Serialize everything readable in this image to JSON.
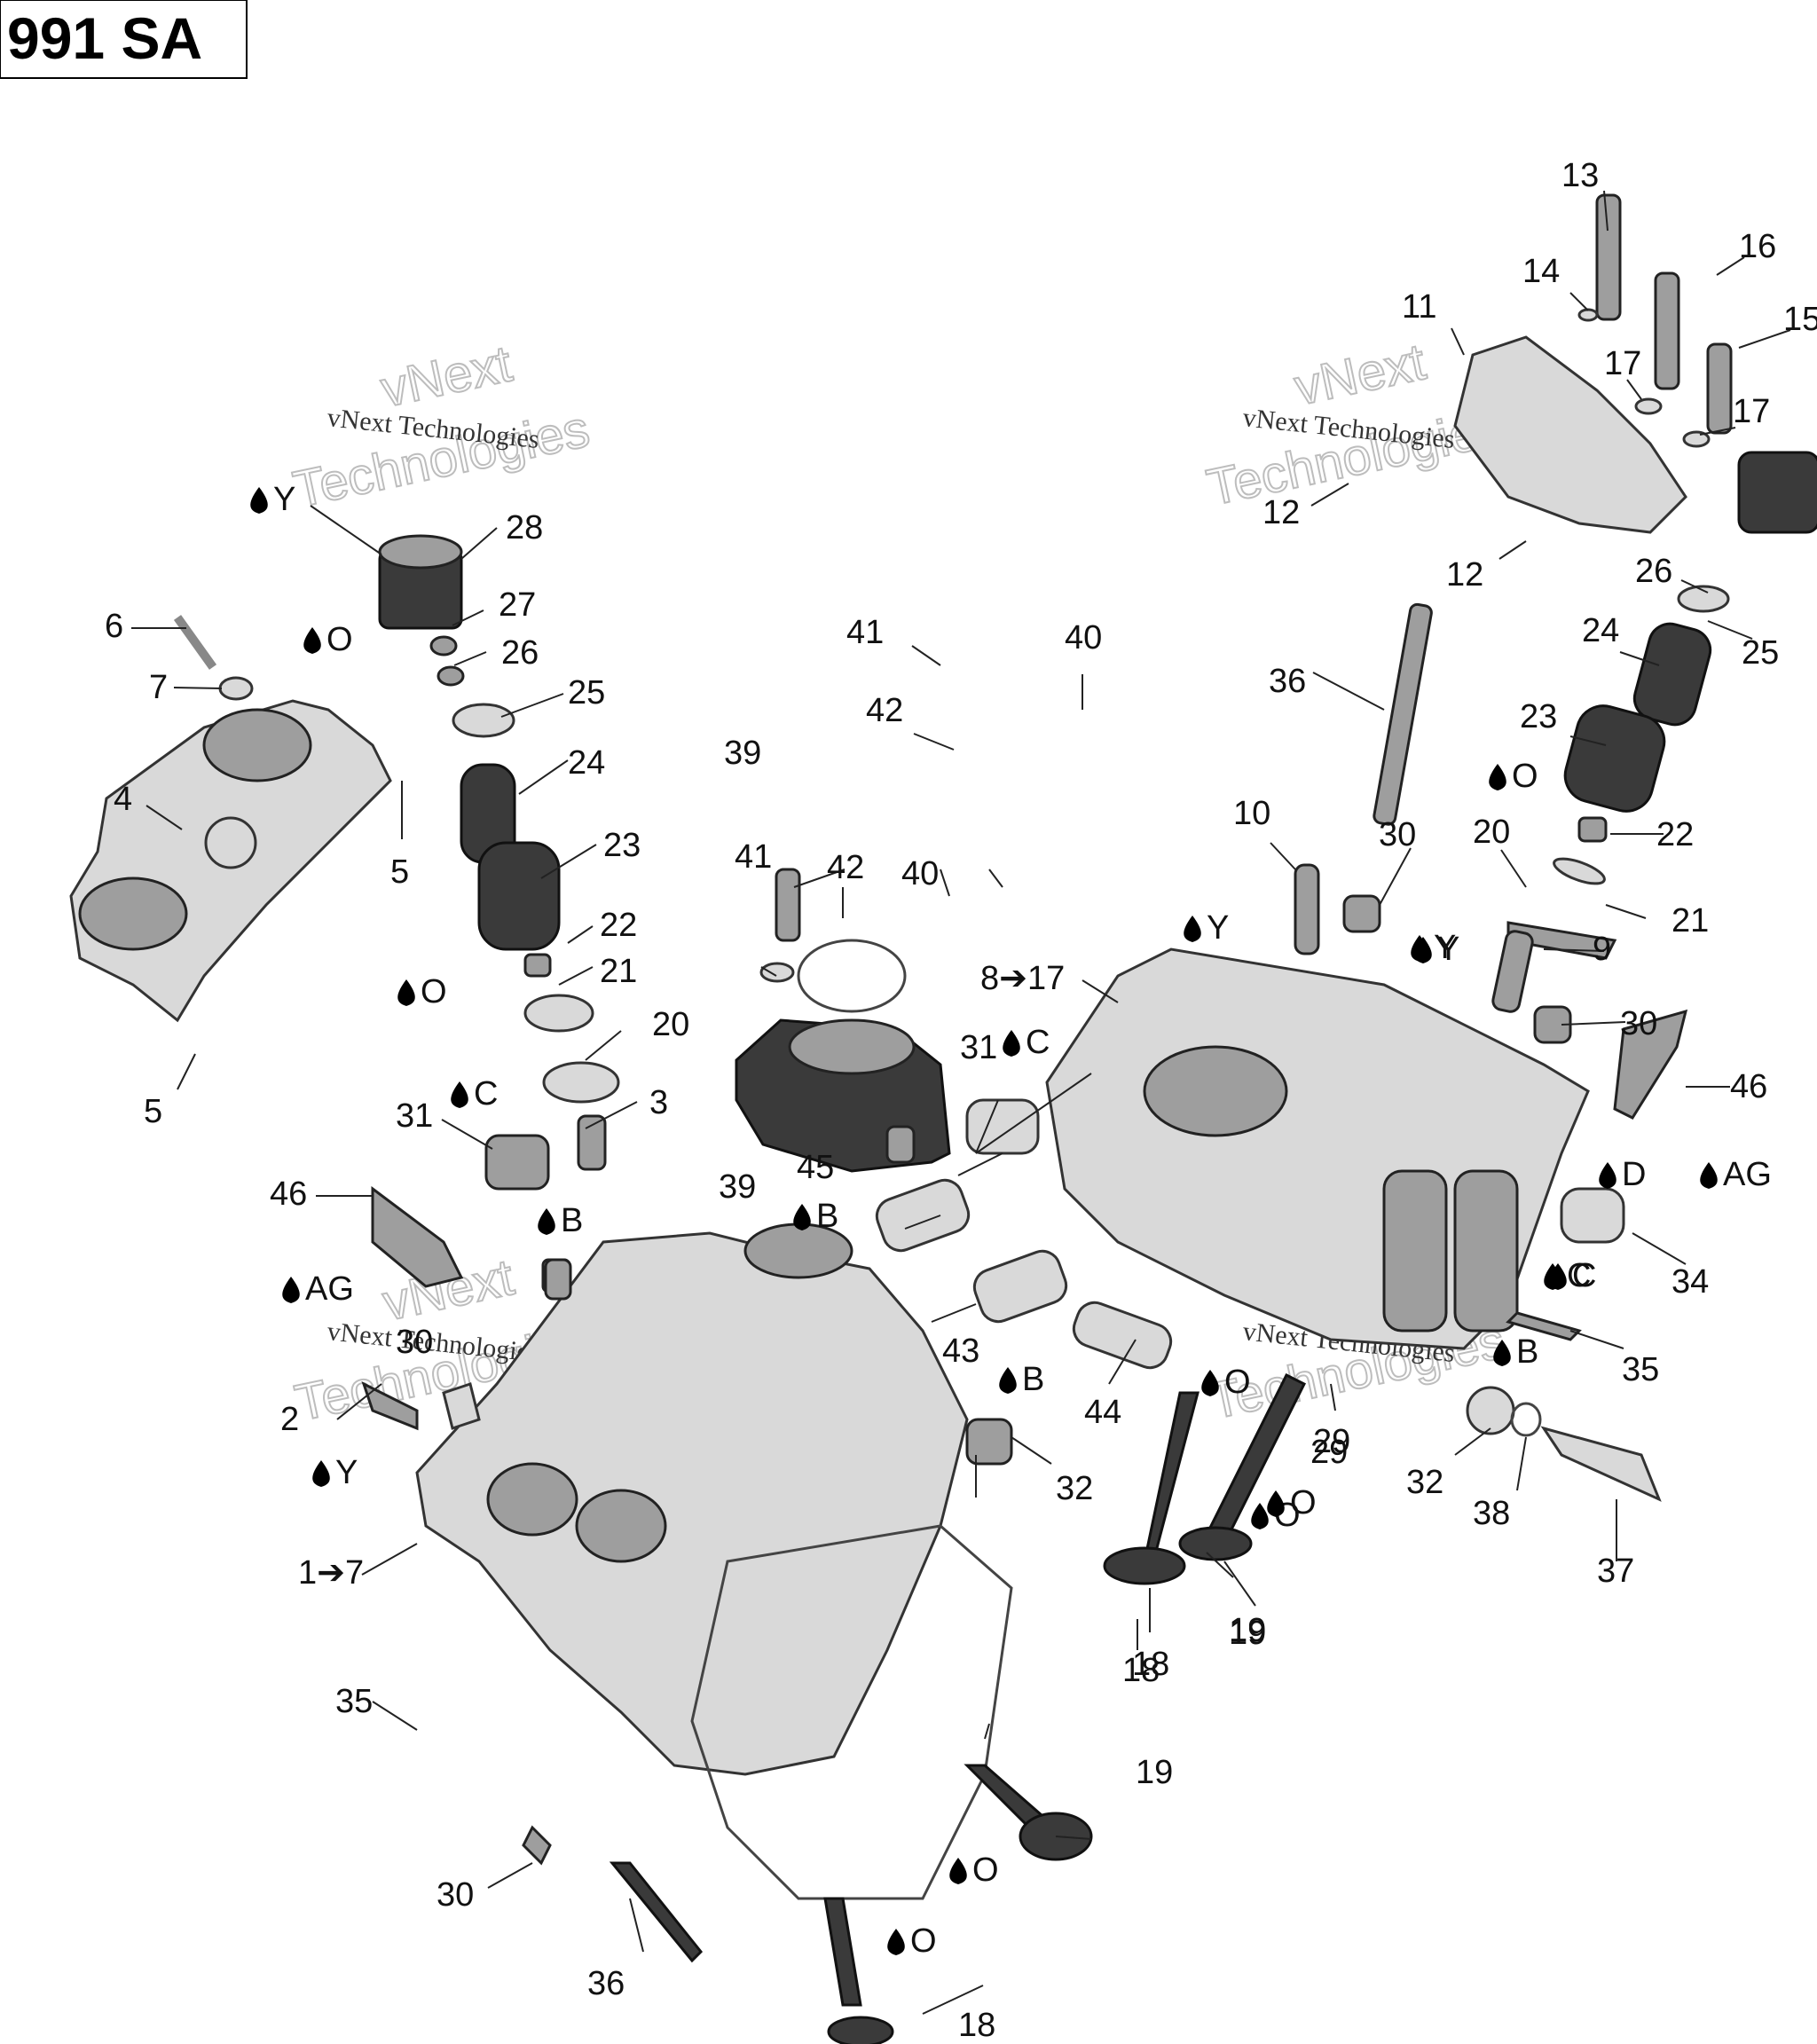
{
  "title": "991 SA",
  "watermark": {
    "line1": "vNext",
    "line2": "Technologies",
    "small": "vNext Technologies"
  },
  "lubricant_glyph": "💧",
  "callouts": [
    "28",
    "27",
    "26",
    "25",
    "24",
    "23",
    "22",
    "21",
    "20",
    "3",
    "6",
    "7",
    "4",
    "5",
    "5",
    "31",
    "46",
    "30",
    "2",
    "1➔7",
    "35",
    "30",
    "36",
    "41",
    "42",
    "40",
    "39",
    "41",
    "42",
    "40",
    "39",
    "45",
    "43",
    "31",
    "44",
    "32",
    "18",
    "19",
    "29",
    "19",
    "18",
    "13",
    "16",
    "15",
    "14",
    "11",
    "17",
    "17",
    "12",
    "12",
    "26",
    "24",
    "25",
    "23",
    "22",
    "20",
    "21",
    "36",
    "10",
    "30",
    "9",
    "30",
    "8➔17",
    "46",
    "34",
    "35",
    "32",
    "38",
    "37",
    "29",
    "19",
    "18"
  ],
  "lube_labels": [
    "Y",
    "O",
    "O",
    "C",
    "B",
    "AG",
    "Y",
    "Y",
    "B",
    "C",
    "B",
    "O",
    "O",
    "O",
    "C",
    "O",
    "Y",
    "Y",
    "D",
    "AG",
    "C",
    "B",
    "O",
    "O"
  ]
}
